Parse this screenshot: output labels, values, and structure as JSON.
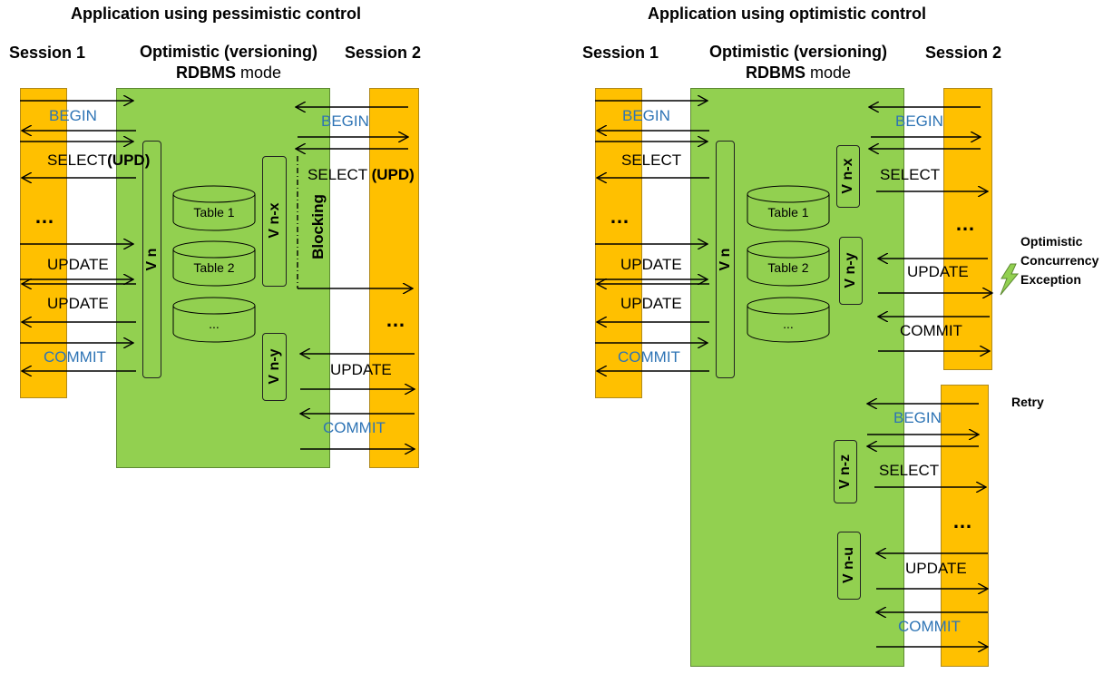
{
  "left": {
    "title": "Application using pessimistic control",
    "session1": "Session 1",
    "session2": "Session 2",
    "mode_line1": "Optimistic (versioning)",
    "mode_bold": "RDBMS",
    "mode_rest": " mode",
    "s1_labels": {
      "begin": "BEGIN",
      "select_pre": "SELECT",
      "select_bold": "(UPD)",
      "update1": "UPDATE",
      "update2": "UPDATE",
      "commit": "COMMIT"
    },
    "s2_labels": {
      "begin": "BEGIN",
      "select_pre": "SELECT ",
      "select_bold": "(UPD)",
      "update": "UPDATE",
      "commit": "COMMIT"
    },
    "dots": "…",
    "versions": {
      "vn": "V n",
      "vnx": "V n-x",
      "vny": "V n-y"
    },
    "blocking": "Blocking",
    "tables": [
      "Table 1",
      "Table 2",
      "..."
    ]
  },
  "right": {
    "title": "Application using optimistic control",
    "session1": "Session 1",
    "session2": "Session 2",
    "mode_line1": "Optimistic (versioning)",
    "mode_bold": "RDBMS",
    "mode_rest": " mode",
    "s1_labels": {
      "begin": "BEGIN",
      "select": "SELECT",
      "update1": "UPDATE",
      "update2": "UPDATE",
      "commit": "COMMIT"
    },
    "s2_labels": {
      "begin": "BEGIN",
      "select": "SELECT",
      "update": "UPDATE",
      "commit": "COMMIT"
    },
    "retry_labels": {
      "begin": "BEGIN",
      "select": "SELECT",
      "update": "UPDATE",
      "commit": "COMMIT"
    },
    "dots": "…",
    "versions": {
      "vn": "V n",
      "vnx": "V n-x",
      "vny": "V n-y",
      "vnz": "V n-z",
      "vnu": "V n-u"
    },
    "tables": [
      "Table 1",
      "Table 2",
      "..."
    ],
    "exception_line1": "Optimistic",
    "exception_line2": "Concurrency",
    "exception_line3": "Exception",
    "retry": "Retry"
  },
  "colors": {
    "session": "#FFC000",
    "db": "#92D050",
    "blue_text": "#2E74B5"
  }
}
